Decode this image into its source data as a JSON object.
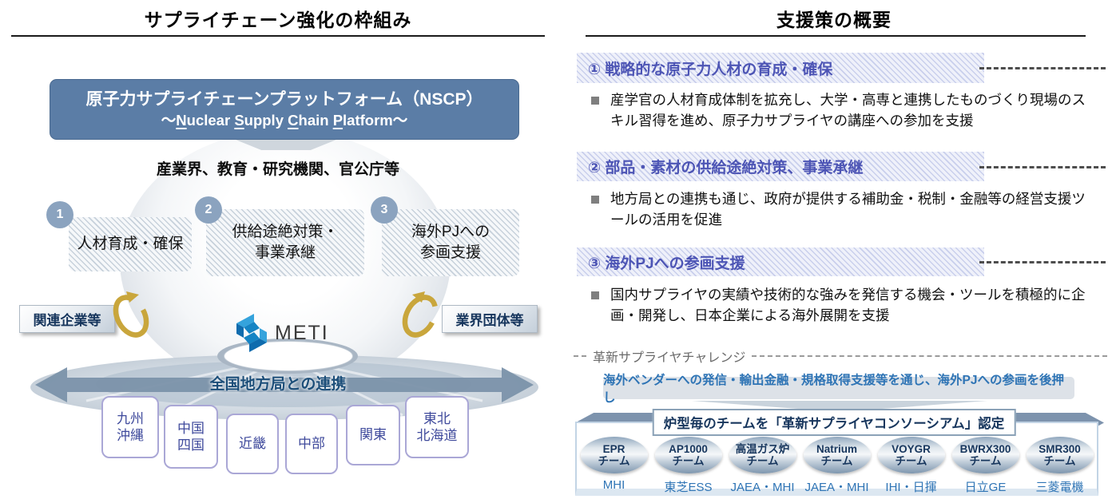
{
  "colors": {
    "header_box": "#5b7da6",
    "pillar_circle": "#8ba3bf",
    "section_heading": "#4d55b5",
    "navy": "#17365d",
    "blue_text": "#2e74b5",
    "slate_band": "#7d93ad",
    "gold": "#c9a63c",
    "region_text": "#3f4a9c"
  },
  "left": {
    "title": "サプライチェーン強化の枠組み",
    "nscp": {
      "line1": "原子力サプライチェーンプラットフォーム（NSCP）",
      "sub": [
        "～",
        "N",
        "uclear ",
        "S",
        "upply ",
        "C",
        "hain ",
        "P",
        "latform～"
      ]
    },
    "stakeholders": "産業界、教育・研究機関、官公庁等",
    "pillars": [
      {
        "num": "1",
        "line1": "人材育成・確保",
        "line2": ""
      },
      {
        "num": "2",
        "line1": "供給途絶対策・",
        "line2": "事業承継"
      },
      {
        "num": "3",
        "line1": "海外PJへの",
        "line2": "参画支援"
      }
    ],
    "tag_left": "関連企業等",
    "tag_right": "業界団体等",
    "meti_label": "METI",
    "coop": "全国地方局との連携",
    "regions": [
      {
        "line1": "九州",
        "line2": "沖縄"
      },
      {
        "line1": "中国",
        "line2": "四国"
      },
      {
        "line1": "近畿",
        "line2": ""
      },
      {
        "line1": "中部",
        "line2": ""
      },
      {
        "line1": "関東",
        "line2": ""
      },
      {
        "line1": "東北",
        "line2": "北海道"
      }
    ]
  },
  "right": {
    "title": "支援策の概要",
    "sections": [
      {
        "heading": "① 戦略的な原子力人材の育成・確保",
        "body": "産学官の人材育成体制を拡充し、大学・高専と連携したものづくり現場のスキル習得を進め、原子力サプライヤの講座への参加を支援"
      },
      {
        "heading": "② 部品・素材の供給途絶対策、事業承継",
        "body": "地方局との連携も通じ、政府が提供する補助金・税制・金融等の経営支援ツールの活用を促進"
      },
      {
        "heading": "③ 海外PJへの参画支援",
        "body": "国内サプライヤの実績や技術的な強みを発信する機会・ツールを積極的に企画・開発し、日本企業による海外展開を支援"
      }
    ],
    "challenge": {
      "label": "革新サプライヤチャレンジ",
      "summary": "海外ベンダーへの発信・輸出金融・規格取得支援等を通じ、海外PJへの参画を後押し",
      "banner": "炉型毎のチームを「革新サプライヤコンソーシアム」認定",
      "teams": [
        {
          "name": "EPR",
          "suffix": "チーム",
          "org": "MHI"
        },
        {
          "name": "AP1000",
          "suffix": "チーム",
          "org": "東芝ESS"
        },
        {
          "name": "高温ガス炉",
          "suffix": "チーム",
          "org": "JAEA・MHI"
        },
        {
          "name": "Natrium",
          "suffix": "チーム",
          "org": "JAEA・MHI"
        },
        {
          "name": "VOYGR",
          "suffix": "チーム",
          "org": "IHI・日揮"
        },
        {
          "name": "BWRX300",
          "suffix": "チーム",
          "org": "日立GE"
        },
        {
          "name": "SMR300",
          "suffix": "チーム",
          "org": "三菱電機"
        }
      ]
    }
  }
}
